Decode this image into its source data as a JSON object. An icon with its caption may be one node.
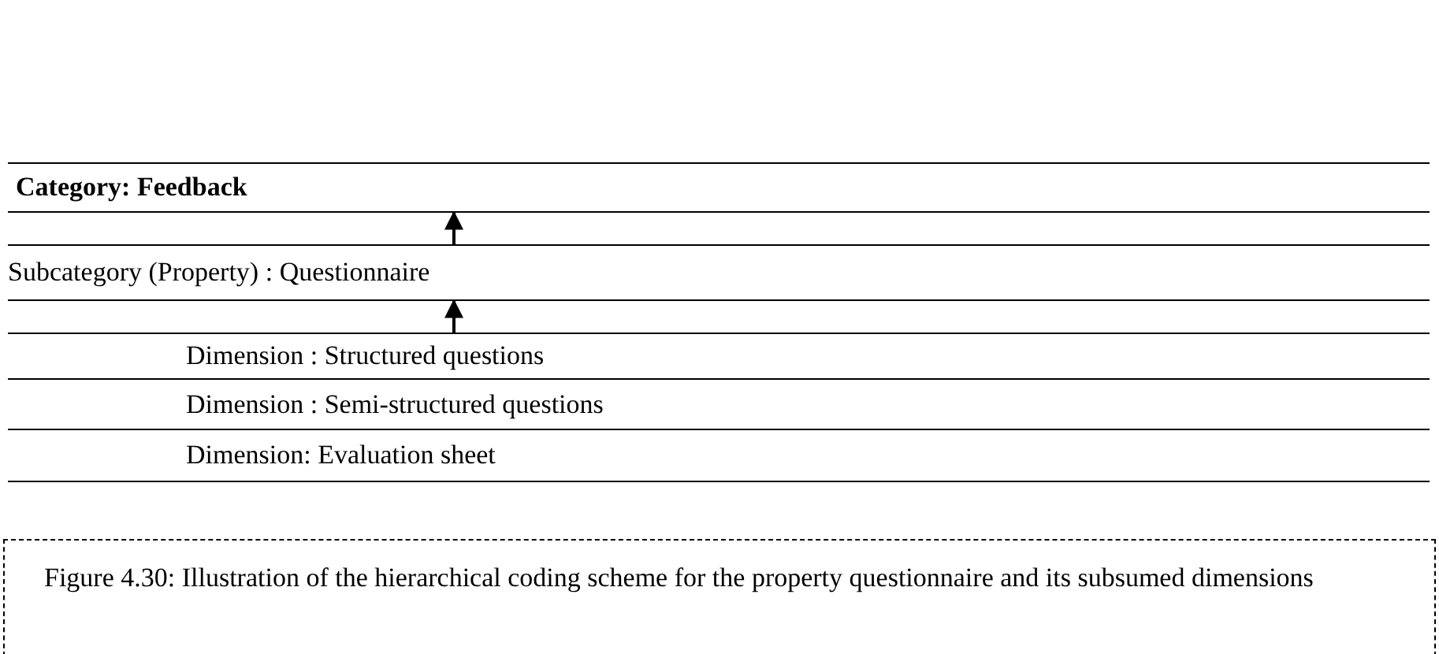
{
  "diagram": {
    "caption": "Figure 4.30: Illustration of the hierarchical coding scheme for the property questionnaire and its subsumed dimensions",
    "nodes": [
      {
        "text": [
          "Category: Feedback"
        ]
      },
      {
        "text": [
          "Subcategory (Property) : Questionnaire"
        ]
      },
      {
        "text": [
          "Dimension : Structured questions"
        ]
      },
      {
        "text": [
          "Dimension : Semi-structured questions"
        ]
      },
      {
        "text": [
          "Dimension: Evaluation sheet"
        ]
      }
    ],
    "edges": [
      {
        "from": 1,
        "to": 0,
        "arrow": "to"
      },
      {
        "from": 2,
        "to": 1,
        "arrow": "to"
      }
    ]
  }
}
